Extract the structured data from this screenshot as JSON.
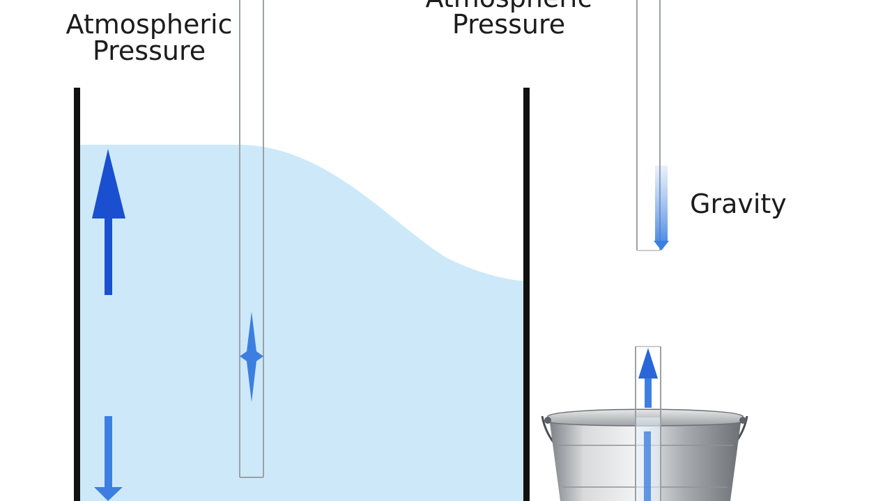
{
  "labels": {
    "atmospheric_left": {
      "line1": "Atmospheric",
      "line2": "Pressure"
    },
    "atmospheric_middle": {
      "line1": "Atmospheric",
      "line2": "Pressure"
    },
    "gravity": "Gravity"
  },
  "colors": {
    "water": "#cde9f9",
    "water_edge": "#bfe2f6",
    "arrow_dark": "#1a4fd0",
    "arrow_light": "#3d7fe0",
    "tank_wall": "#111111",
    "tube_outline": "#9aa0a6",
    "bucket_metal": "#b9bcbf",
    "bucket_dark": "#5e6266"
  },
  "icons": {
    "up_arrow": "up-arrow-icon",
    "down_arrow": "down-arrow-icon",
    "bucket": "bucket-icon"
  }
}
